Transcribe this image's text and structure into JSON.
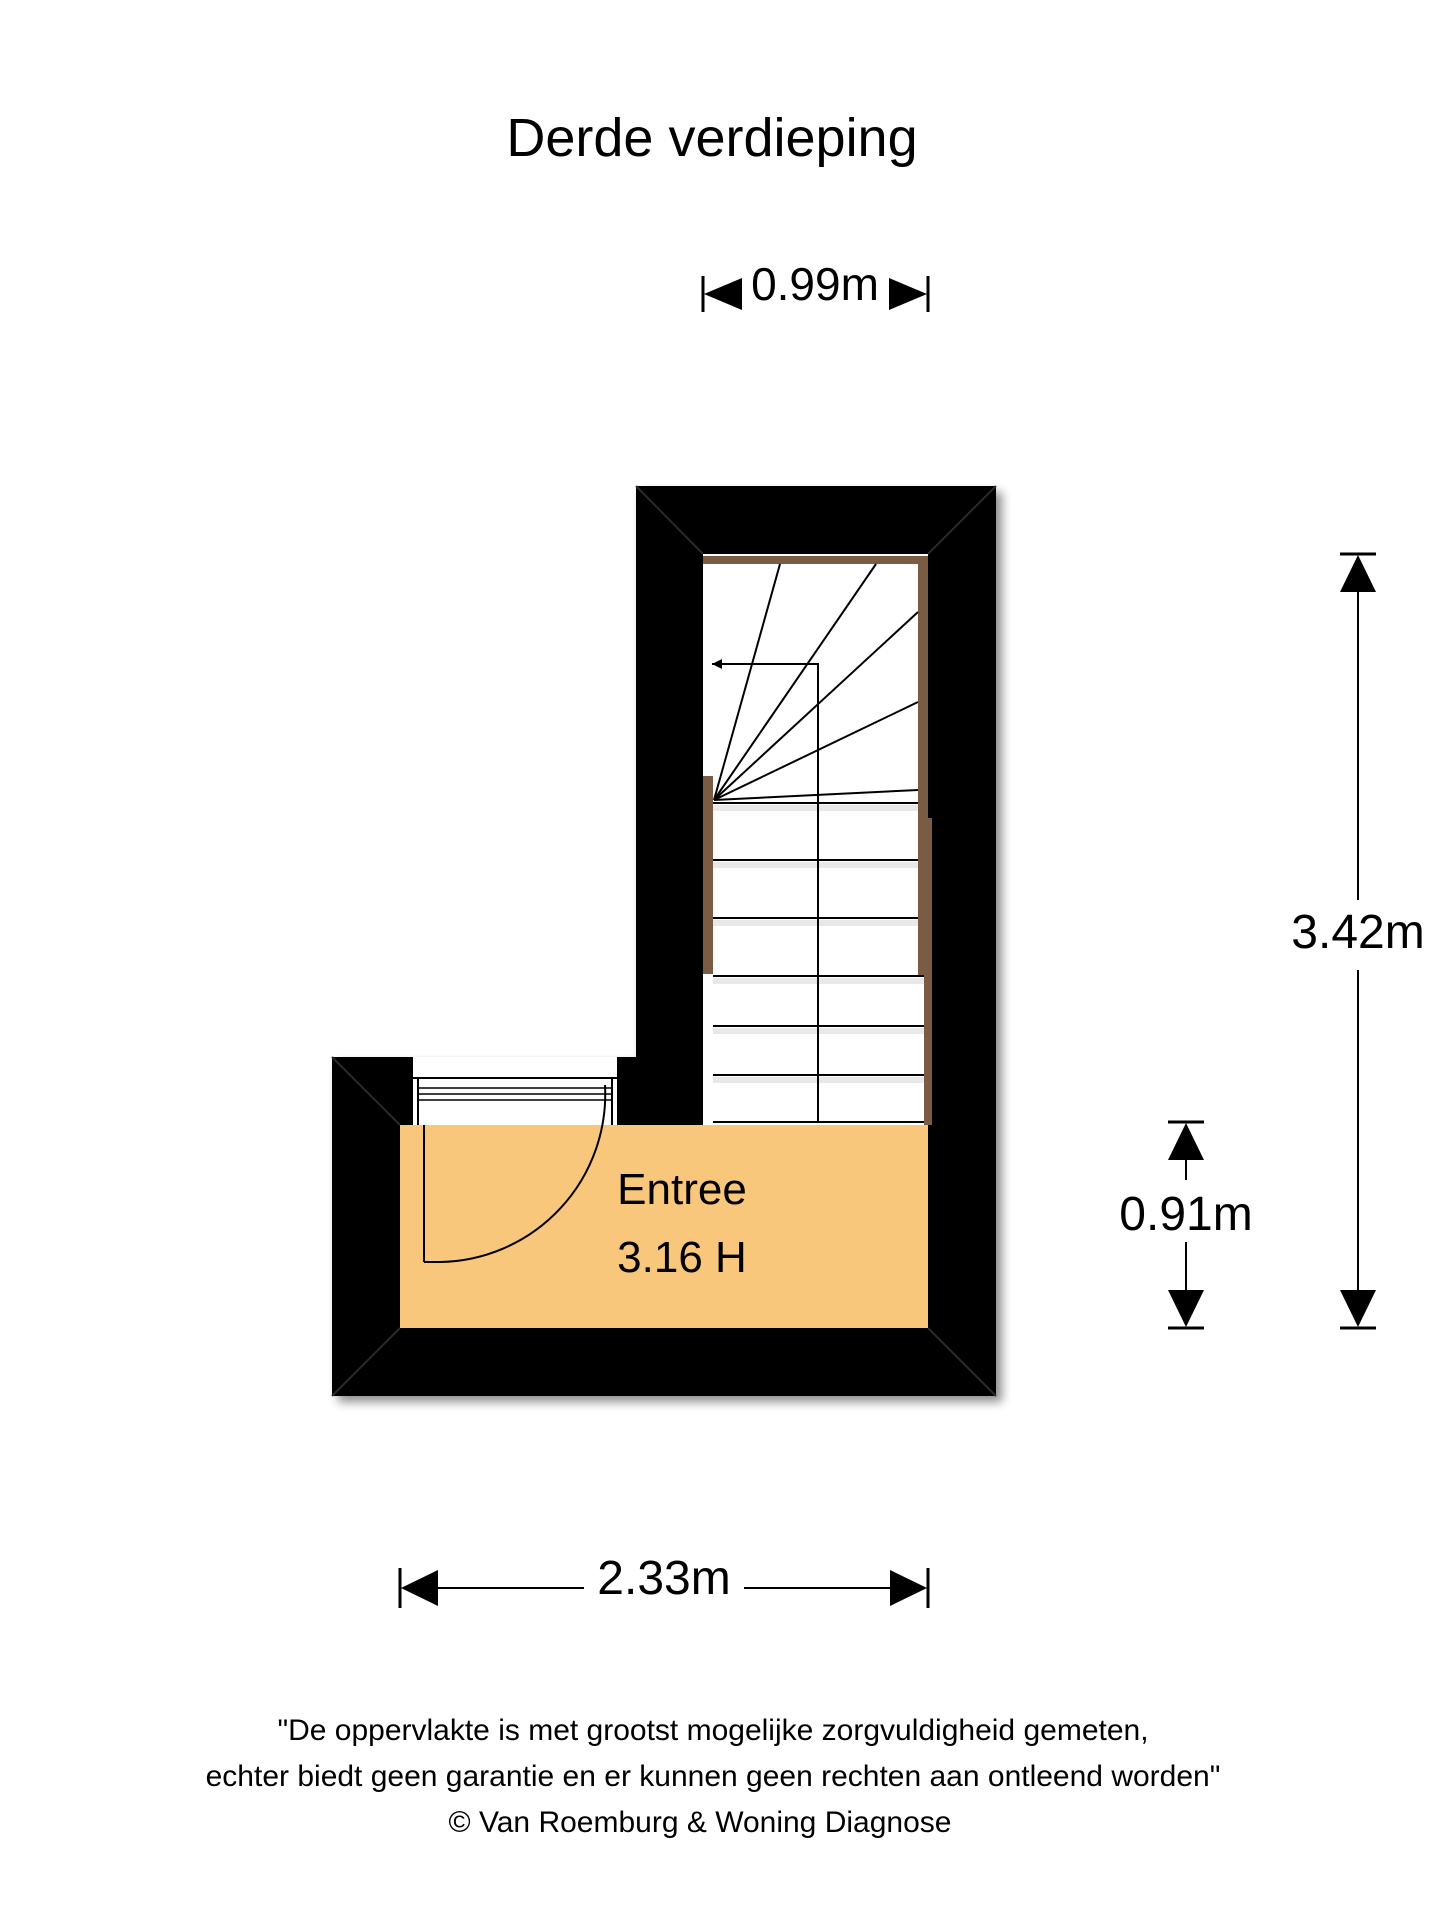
{
  "title": "Derde verdieping",
  "rooms": [
    {
      "name": "Entree",
      "height_label": "3.16 H"
    }
  ],
  "dimensions": {
    "stair_width": "0.99m",
    "total_depth": "3.42m",
    "entree_depth": "0.91m",
    "total_width": "2.33m"
  },
  "disclaimer": {
    "line1": "\"De oppervlakte is met grootst mogelijke zorgvuldigheid gemeten,",
    "line2": "echter biedt geen garantie en er kunnen geen rechten aan ontleend worden\"",
    "line3": "© Van Roemburg & Woning Diagnose"
  },
  "colors": {
    "wall": "#000000",
    "room_fill": "#f8c77b",
    "stair_rail": "#7a5c45",
    "background": "#ffffff"
  }
}
